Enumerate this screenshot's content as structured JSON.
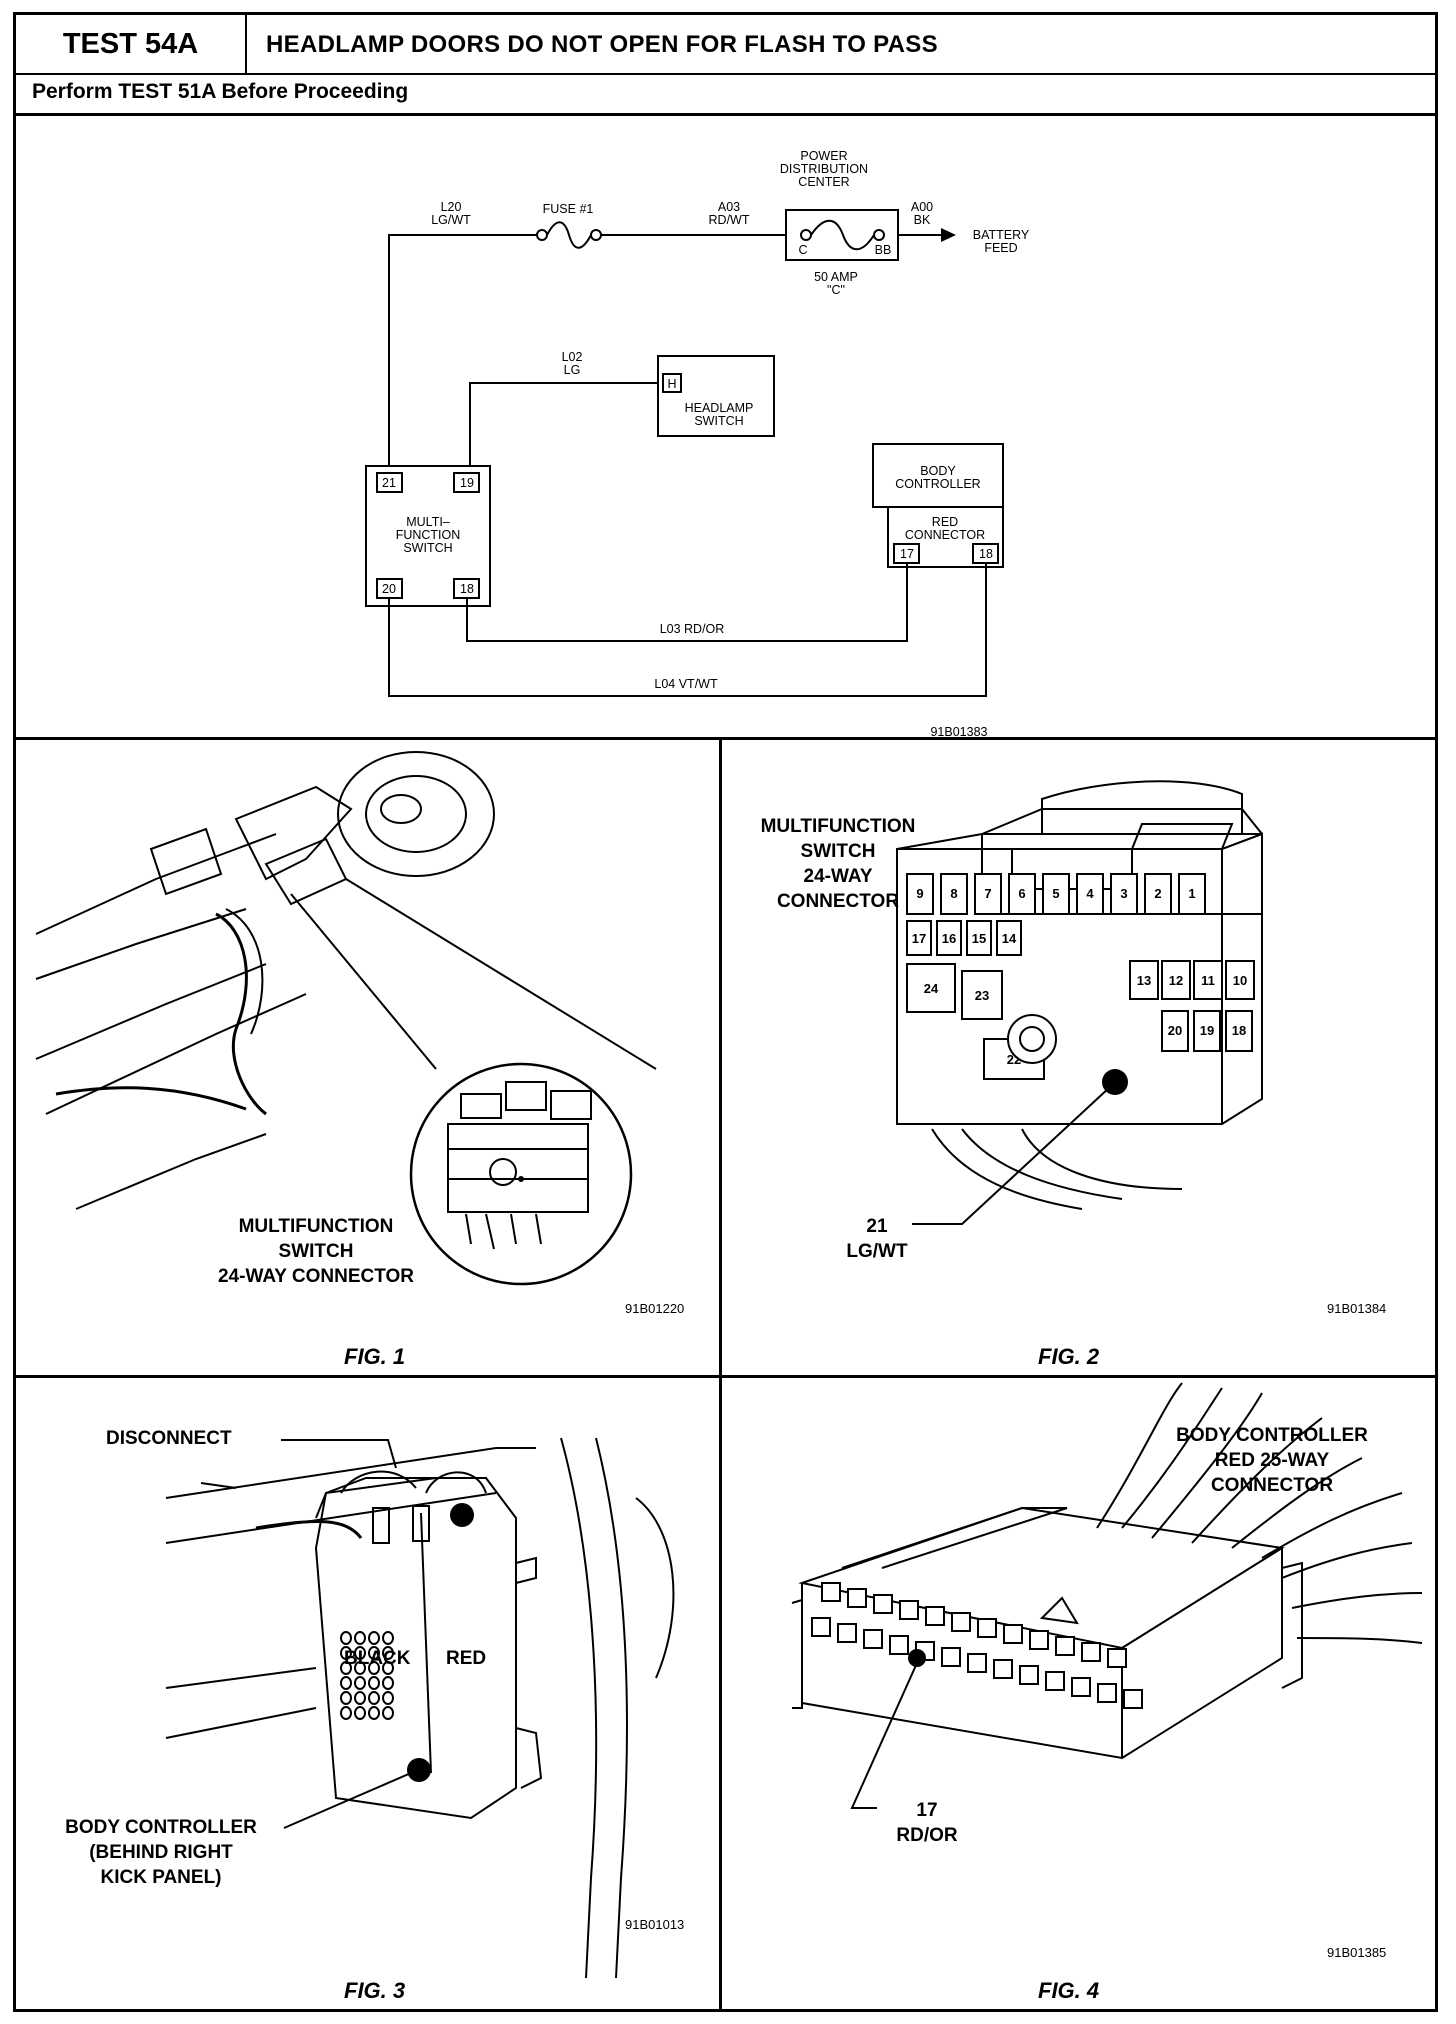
{
  "header": {
    "test_id": "TEST 54A",
    "title": "HEADLAMP DOORS DO NOT OPEN FOR FLASH TO PASS",
    "prerequisite": "Perform TEST 51A Before Proceeding"
  },
  "schematic": {
    "wire_l20": [
      "L20",
      "LG/WT"
    ],
    "fuse_label": "FUSE #1",
    "wire_a03": [
      "A03",
      "RD/WT"
    ],
    "pdc_label": [
      "POWER",
      "DISTRIBUTION",
      "CENTER"
    ],
    "pdc_pin_c": "C",
    "pdc_pin_bb": "BB",
    "pdc_rating": [
      "50 AMP",
      "\"C\""
    ],
    "wire_a00": [
      "A00",
      "BK"
    ],
    "battery_feed": [
      "BATTERY",
      "FEED"
    ],
    "wire_l02": [
      "L02",
      "LG"
    ],
    "headlamp_switch_pin": "H",
    "headlamp_switch_label": [
      "HEADLAMP",
      "SWITCH"
    ],
    "mfs_label": [
      "MULTI–",
      "FUNCTION",
      "SWITCH"
    ],
    "mfs_pins": [
      "21",
      "19",
      "20",
      "18"
    ],
    "body_controller_label": [
      "BODY",
      "CONTROLLER"
    ],
    "red_connector_label": [
      "RED",
      "CONNECTOR"
    ],
    "bc_pins": [
      "17",
      "18"
    ],
    "wire_l03": "L03 RD/OR",
    "wire_l04": "L04 VT/WT",
    "ref_code": "91B01383"
  },
  "fig1": {
    "caption": "FIG. 1",
    "callout": [
      "MULTIFUNCTION",
      "SWITCH",
      "24-WAY CONNECTOR"
    ],
    "ref_code": "91B01220"
  },
  "fig2": {
    "caption": "FIG. 2",
    "title": [
      "MULTIFUNCTION",
      "SWITCH",
      "24-WAY",
      "CONNECTOR"
    ],
    "pins_row1": [
      "9",
      "8",
      "7",
      "6",
      "5",
      "4",
      "3",
      "2",
      "1"
    ],
    "pins_row2": [
      "17",
      "16",
      "15",
      "14"
    ],
    "pins_row3": [
      "24",
      "23",
      "22",
      "13",
      "12",
      "11",
      "10"
    ],
    "pins_row4": [
      "20",
      "19",
      "18"
    ],
    "callout": [
      "21",
      "LG/WT"
    ],
    "ref_code": "91B01384"
  },
  "fig3": {
    "caption": "FIG. 3",
    "disconnect": "DISCONNECT",
    "black": "BLACK",
    "red": "RED",
    "body_controller": [
      "BODY CONTROLLER",
      "(BEHIND RIGHT",
      "KICK PANEL)"
    ],
    "ref_code": "91B01013"
  },
  "fig4": {
    "caption": "FIG. 4",
    "title": [
      "BODY CONTROLLER",
      "RED 25-WAY",
      "CONNECTOR"
    ],
    "callout": [
      "17",
      "RD/OR"
    ],
    "ref_code": "91B01385"
  }
}
